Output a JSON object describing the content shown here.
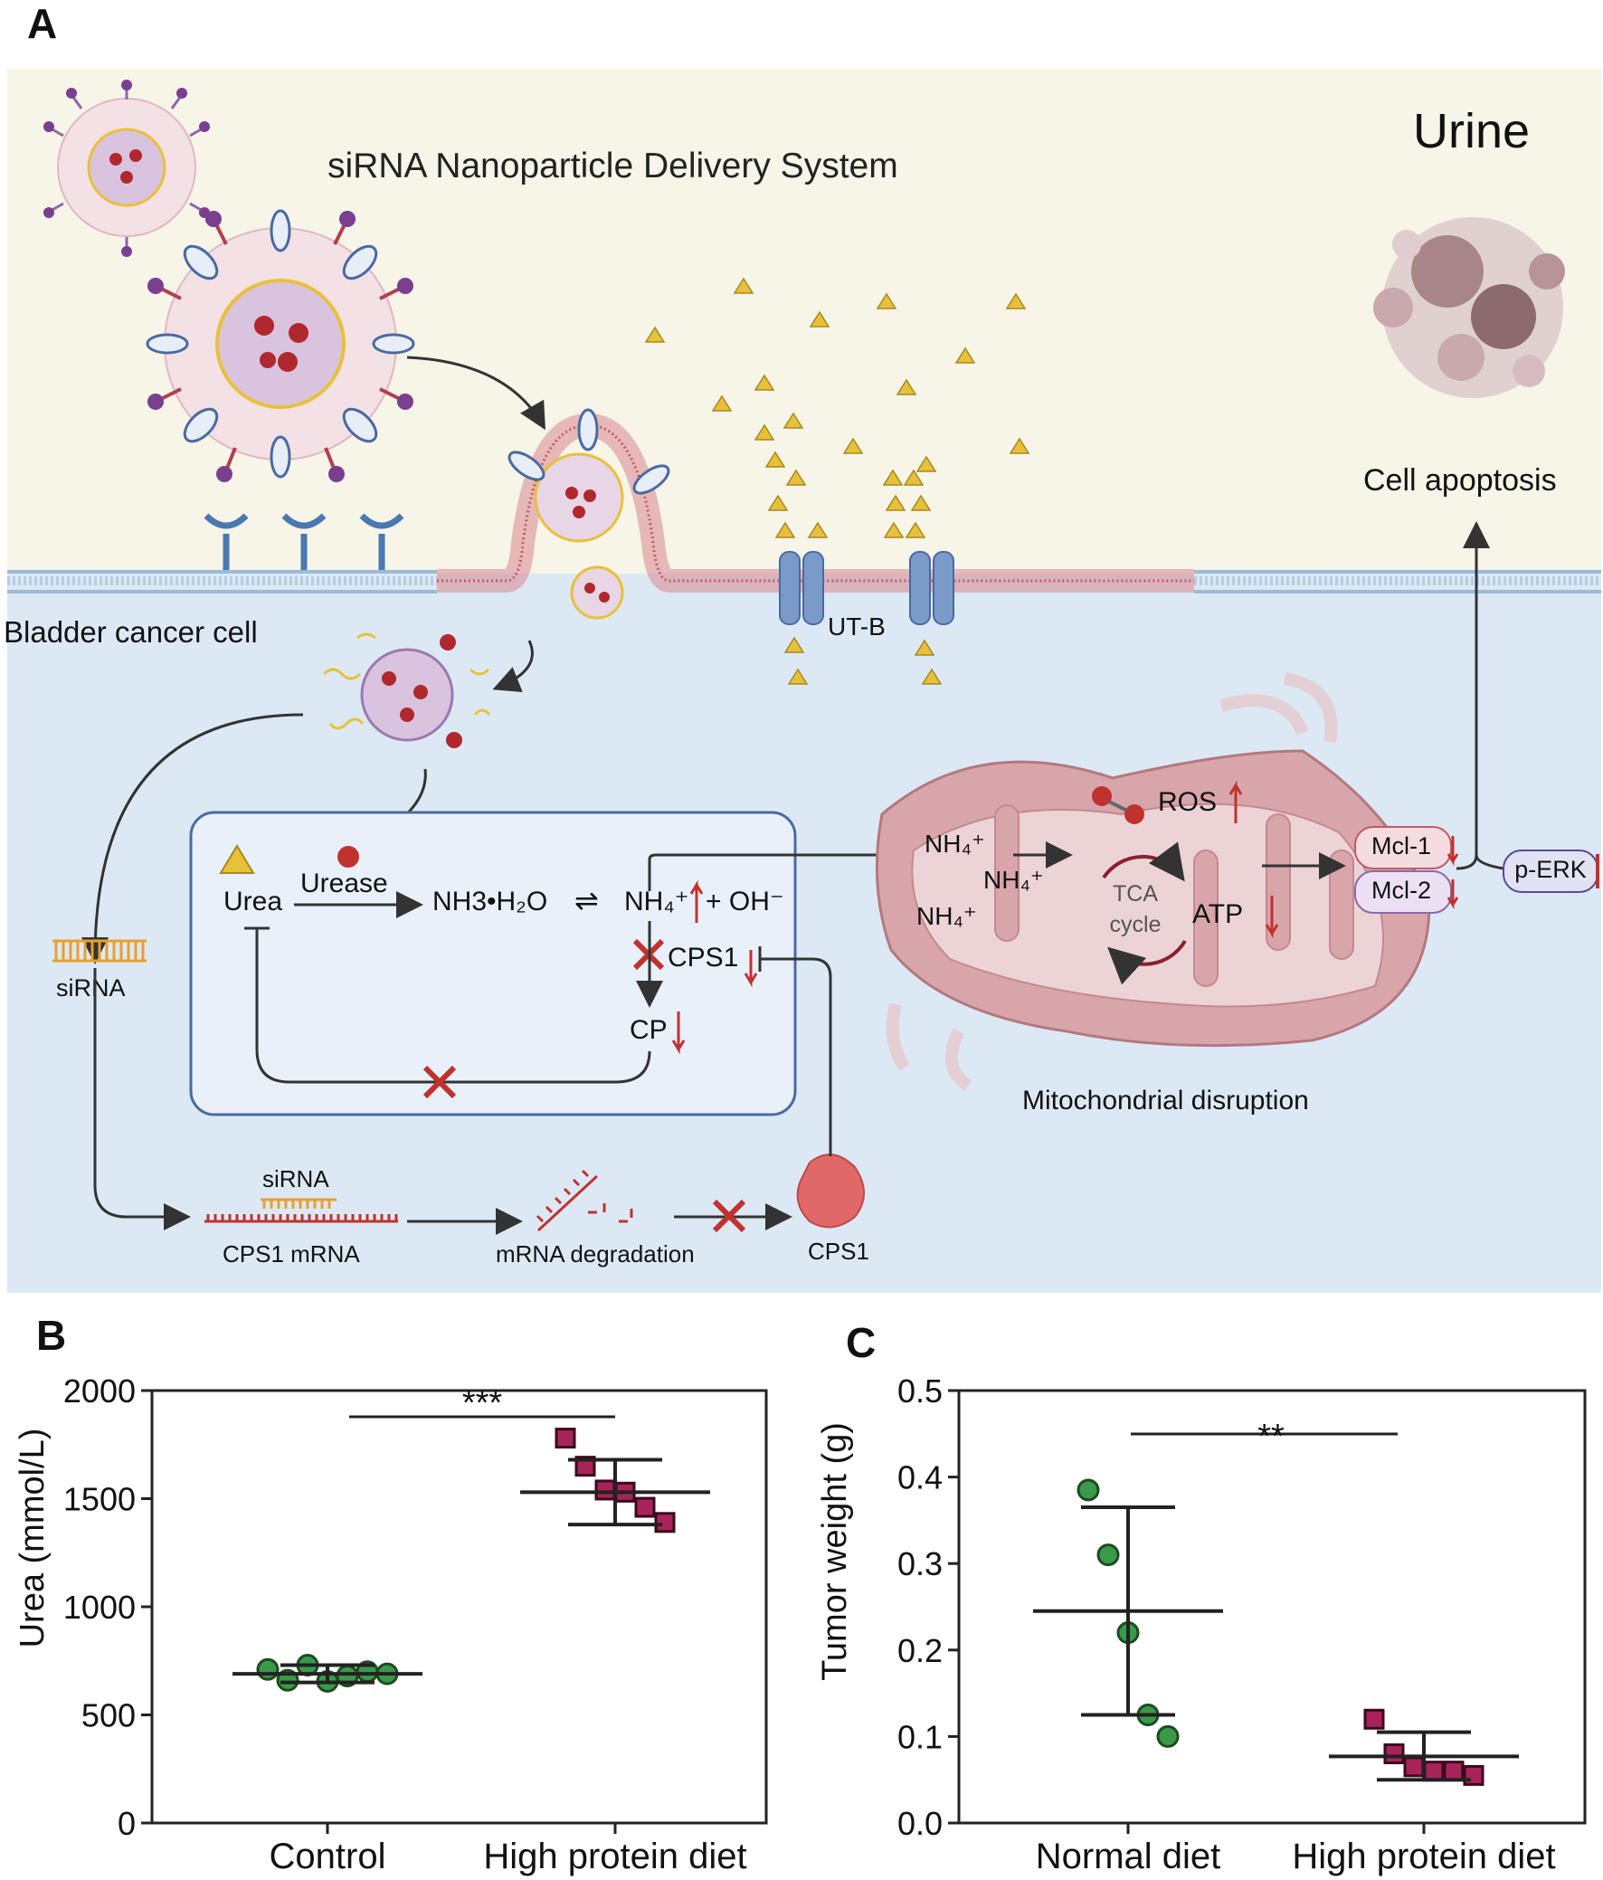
{
  "panel_a": {
    "letter": "A",
    "system_title": "siRNA Nanoparticle Delivery System",
    "urine_label": "Urine",
    "apoptosis_label": "Cell apoptosis",
    "cell_label": "Bladder cancer cell",
    "transporter_label": "UT-B",
    "pathway": {
      "urea": "Urea",
      "urease": "Urease",
      "nh3": "NH3•H₂O",
      "equilibrium": "⇌",
      "nh4_plus": "NH₄⁺",
      "plus_oh": "+ OH⁻",
      "cps1": "CPS1",
      "cp": "CP"
    },
    "mito": {
      "nh4_a": "NH₄⁺",
      "nh4_b": "NH₄⁺",
      "nh4_c": "NH₄⁺",
      "ros": "ROS",
      "tca_line1": "TCA",
      "tca_line2": "cycle",
      "atp": "ATP",
      "caption": "Mitochondrial disruption"
    },
    "mcl1": "Mcl-1",
    "mcl2": "Mcl-2",
    "perk": "p-ERK",
    "sirna_left": "siRNA",
    "sirna_bound": "siRNA",
    "mrna_label": "CPS1 mRNA",
    "degradation_label": "mRNA degradation",
    "cps1_protein": "CPS1",
    "colors": {
      "urine_bg": "#f7f4e8",
      "cell_bg": "#dce9f5",
      "membrane_blue": "#9dbad8",
      "membrane_red": "#d9868e",
      "urea_triangle": "#e8c13a",
      "mito_fill": "#d8a5ab",
      "inhibit_red": "#c23a30",
      "arrow_dark": "#333333"
    }
  },
  "panel_b": {
    "letter": "B",
    "significance": "***",
    "chart_data": {
      "type": "scatter",
      "ylabel": "Urea (mmol/L)",
      "categories": [
        "Control",
        "High protein diet"
      ],
      "ylim": [
        0,
        2000
      ],
      "yticks": [
        "0",
        "500",
        "1000",
        "1500",
        "2000"
      ],
      "ytick_values": [
        0,
        500,
        1000,
        1500,
        2000
      ],
      "series": [
        {
          "category": "Control",
          "marker": "circle",
          "color": "#3a9a4a",
          "values": [
            710,
            660,
            730,
            655,
            680,
            700,
            690
          ],
          "mean": 690,
          "sd_upper": 730,
          "sd_lower": 650
        },
        {
          "category": "High protein diet",
          "marker": "square",
          "color": "#a8235a",
          "values": [
            1780,
            1650,
            1540,
            1530,
            1460,
            1390
          ],
          "mean": 1530,
          "sd_upper": 1680,
          "sd_lower": 1380
        }
      ]
    }
  },
  "panel_c": {
    "letter": "C",
    "significance": "**",
    "chart_data": {
      "type": "scatter",
      "ylabel": "Tumor weight (g)",
      "categories": [
        "Normal diet",
        "High protein diet"
      ],
      "ylim": [
        0,
        0.5
      ],
      "yticks": [
        "0.0",
        "0.1",
        "0.2",
        "0.3",
        "0.4",
        "0.5"
      ],
      "ytick_values": [
        0,
        0.1,
        0.2,
        0.3,
        0.4,
        0.5
      ],
      "series": [
        {
          "category": "Normal diet",
          "marker": "circle",
          "color": "#3a9a4a",
          "values": [
            0.385,
            0.31,
            0.22,
            0.125,
            0.1
          ],
          "mean": 0.245,
          "sd_upper": 0.365,
          "sd_lower": 0.125
        },
        {
          "category": "High protein diet",
          "marker": "square",
          "color": "#a8235a",
          "values": [
            0.12,
            0.08,
            0.065,
            0.06,
            0.06,
            0.055
          ],
          "mean": 0.077,
          "sd_upper": 0.105,
          "sd_lower": 0.05
        }
      ]
    }
  }
}
